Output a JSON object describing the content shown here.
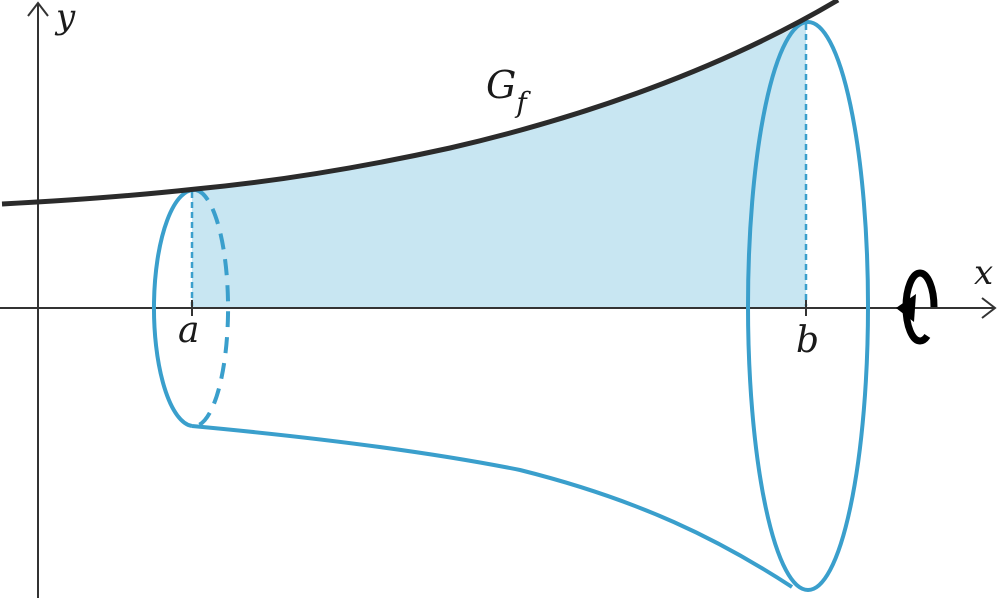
{
  "labels": {
    "y_axis": "y",
    "x_axis": "x",
    "graph_name": "G",
    "graph_subscript": "f",
    "left_bound": "a",
    "right_bound": "b"
  },
  "colors": {
    "axis": "#333333",
    "curve": "#2b2b2b",
    "solid_outline": "#3a9fcc",
    "region_fill": "#c8e6f2",
    "rotation_arrow": "#000000"
  },
  "icons": {
    "rotation": "rotation-arrow-icon"
  }
}
